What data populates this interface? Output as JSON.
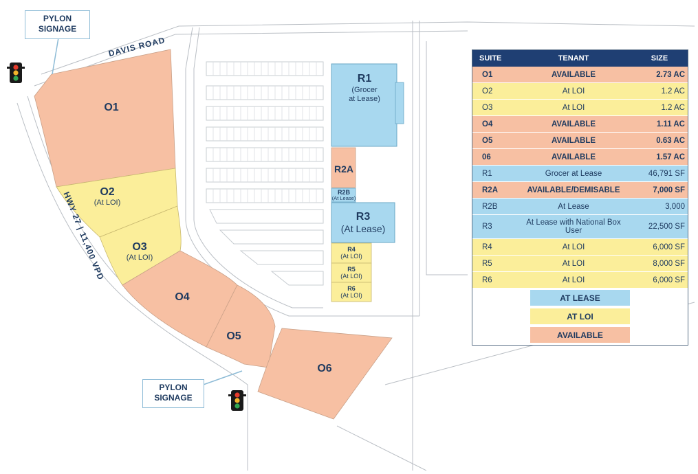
{
  "colors": {
    "available": "#f7c0a3",
    "at_loi": "#fbee9a",
    "at_lease": "#a8d8ef",
    "header": "#1f3f73",
    "label": "#1e3a5f"
  },
  "roads": {
    "north": "DAVIS ROAD",
    "west": "HWY 27 | 11,400 VPD"
  },
  "callouts": {
    "top": [
      "PYLON",
      "SIGNAGE"
    ],
    "bottom": [
      "PYLON",
      "SIGNAGE"
    ]
  },
  "parcels": {
    "o1": {
      "id": "O1"
    },
    "o2": {
      "id": "O2",
      "status": "(At LOI)"
    },
    "o3": {
      "id": "O3",
      "status": "(At LOI)"
    },
    "o4": {
      "id": "O4"
    },
    "o5": {
      "id": "O5"
    },
    "o6": {
      "id": "O6"
    },
    "r1": {
      "id": "R1",
      "status_1": "(Grocer",
      "status_2": "at Lease)"
    },
    "r2a": {
      "id": "R2A"
    },
    "r2b": {
      "id": "R2B",
      "status": "(At Lease)"
    },
    "r3": {
      "id": "R3",
      "status": "(At Lease)"
    },
    "r4": {
      "id": "R4",
      "status": "(At LOI)"
    },
    "r5": {
      "id": "R5",
      "status": "(At LOI)"
    },
    "r6": {
      "id": "R6",
      "status": "(At LOI)"
    }
  },
  "table": {
    "headers": [
      "SUITE",
      "TENANT",
      "SIZE"
    ],
    "rows": [
      {
        "suite": "O1",
        "tenant": "AVAILABLE",
        "size": "2.73 AC",
        "status": "available",
        "bold": true
      },
      {
        "suite": "O2",
        "tenant": "At LOI",
        "size": "1.2 AC",
        "status": "at_loi",
        "bold": false
      },
      {
        "suite": "O3",
        "tenant": "At LOI",
        "size": "1.2 AC",
        "status": "at_loi",
        "bold": false
      },
      {
        "suite": "O4",
        "tenant": "AVAILABLE",
        "size": "1.11 AC",
        "status": "available",
        "bold": true
      },
      {
        "suite": "O5",
        "tenant": "AVAILABLE",
        "size": "0.63 AC",
        "status": "available",
        "bold": true
      },
      {
        "suite": "06",
        "tenant": "AVAILABLE",
        "size": "1.57 AC",
        "status": "available",
        "bold": true
      },
      {
        "suite": "R1",
        "tenant": "Grocer at Lease",
        "size": "46,791 SF",
        "status": "at_lease",
        "bold": false
      },
      {
        "suite": "R2A",
        "tenant": "AVAILABLE/DEMISABLE",
        "size": "7,000 SF",
        "status": "available",
        "bold": true
      },
      {
        "suite": "R2B",
        "tenant": "At Lease",
        "size": "3,000",
        "status": "at_lease",
        "bold": false
      },
      {
        "suite": "R3",
        "tenant": "At Lease with National Box User",
        "size": "22,500 SF",
        "status": "at_lease",
        "bold": false
      },
      {
        "suite": "R4",
        "tenant": "At LOI",
        "size": "6,000 SF",
        "status": "at_loi",
        "bold": false
      },
      {
        "suite": "R5",
        "tenant": "At LOI",
        "size": "8,000 SF",
        "status": "at_loi",
        "bold": false
      },
      {
        "suite": "R6",
        "tenant": "At LOI",
        "size": "6,000 SF",
        "status": "at_loi",
        "bold": false
      }
    ]
  },
  "legend": [
    {
      "label": "AT LEASE",
      "status": "at_lease"
    },
    {
      "label": "AT LOI",
      "status": "at_loi"
    },
    {
      "label": "AVAILABLE",
      "status": "available"
    }
  ],
  "icons": [
    "traffic-light-icon"
  ]
}
